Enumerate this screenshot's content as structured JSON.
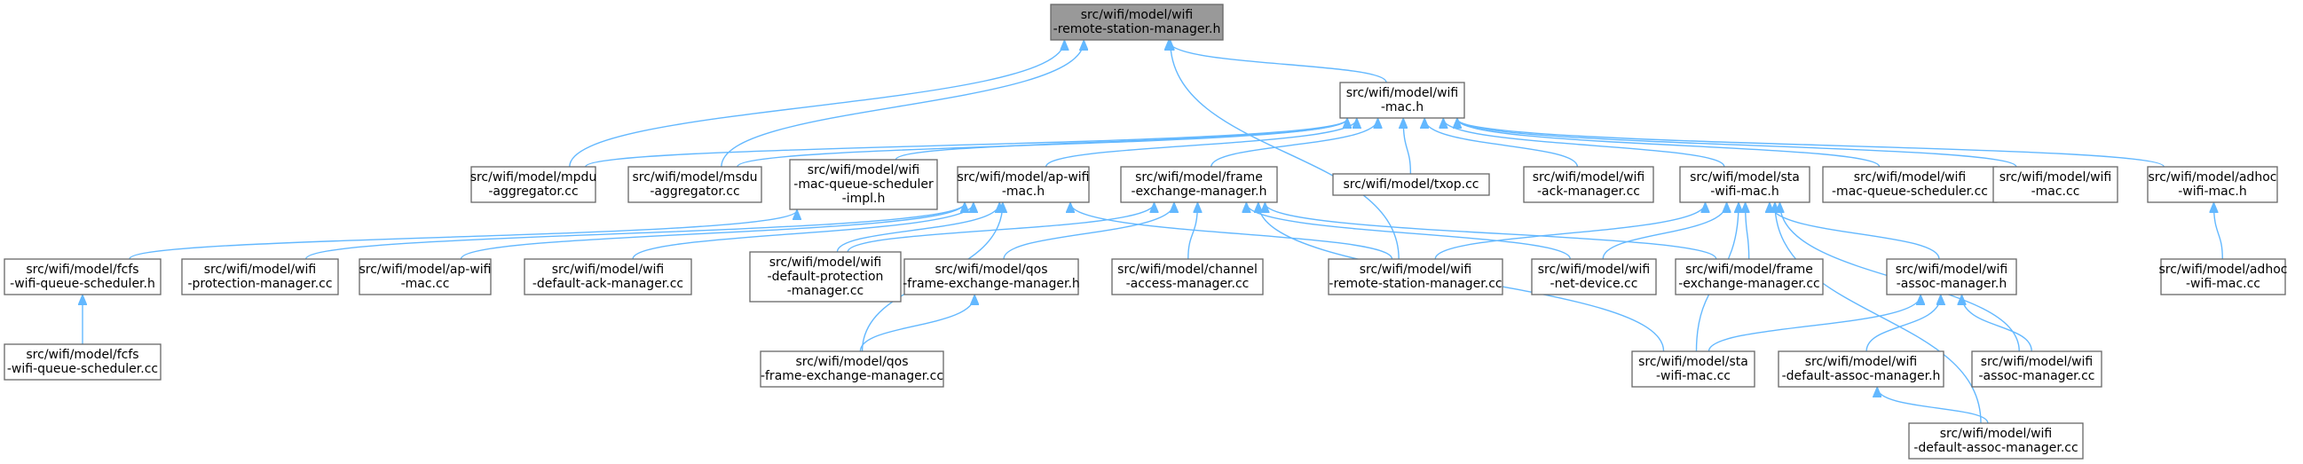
{
  "colors": {
    "edge": "#63b8ff",
    "node_border": "#666666",
    "root_fill": "#999999",
    "node_fill": "#ffffff"
  },
  "nodes": [
    {
      "id": "rsm_h",
      "lines": [
        "src/wifi/model/wifi",
        "-remote-station-manager.h"
      ],
      "root": true
    },
    {
      "id": "wifi_mac_h",
      "lines": [
        "src/wifi/model/wifi",
        "-mac.h"
      ]
    },
    {
      "id": "mpdu_agg",
      "lines": [
        "src/wifi/model/mpdu",
        "-aggregator.cc"
      ]
    },
    {
      "id": "msdu_agg",
      "lines": [
        "src/wifi/model/msdu",
        "-aggregator.cc"
      ]
    },
    {
      "id": "mqs_impl_h",
      "lines": [
        "src/wifi/model/wifi",
        "-mac-queue-scheduler",
        "-impl.h"
      ]
    },
    {
      "id": "ap_mac_h",
      "lines": [
        "src/wifi/model/ap-wifi",
        "-mac.h"
      ]
    },
    {
      "id": "fem_h",
      "lines": [
        "src/wifi/model/frame",
        "-exchange-manager.h"
      ]
    },
    {
      "id": "txop_cc",
      "lines": [
        "src/wifi/model/txop.cc"
      ]
    },
    {
      "id": "ack_mgr_cc",
      "lines": [
        "src/wifi/model/wifi",
        "-ack-manager.cc"
      ]
    },
    {
      "id": "sta_mac_h",
      "lines": [
        "src/wifi/model/sta",
        "-wifi-mac.h"
      ]
    },
    {
      "id": "mqs_cc",
      "lines": [
        "src/wifi/model/wifi",
        "-mac-queue-scheduler.cc"
      ]
    },
    {
      "id": "wifi_mac_cc",
      "lines": [
        "src/wifi/model/wifi",
        "-mac.cc"
      ]
    },
    {
      "id": "adhoc_h",
      "lines": [
        "src/wifi/model/adhoc",
        "-wifi-mac.h"
      ]
    },
    {
      "id": "fcfs_h",
      "lines": [
        "src/wifi/model/fcfs",
        "-wifi-queue-scheduler.h"
      ]
    },
    {
      "id": "prot_mgr_cc",
      "lines": [
        "src/wifi/model/wifi",
        "-protection-manager.cc"
      ]
    },
    {
      "id": "ap_mac_cc",
      "lines": [
        "src/wifi/model/ap-wifi",
        "-mac.cc"
      ]
    },
    {
      "id": "def_ack_cc",
      "lines": [
        "src/wifi/model/wifi",
        "-default-ack-manager.cc"
      ]
    },
    {
      "id": "def_prot_cc",
      "lines": [
        "src/wifi/model/wifi",
        "-default-protection",
        "-manager.cc"
      ]
    },
    {
      "id": "qos_fem_h",
      "lines": [
        "src/wifi/model/qos",
        "-frame-exchange-manager.h"
      ]
    },
    {
      "id": "cam_cc",
      "lines": [
        "src/wifi/model/channel",
        "-access-manager.cc"
      ]
    },
    {
      "id": "rsm_cc",
      "lines": [
        "src/wifi/model/wifi",
        "-remote-station-manager.cc"
      ]
    },
    {
      "id": "netdev_cc",
      "lines": [
        "src/wifi/model/wifi",
        "-net-device.cc"
      ]
    },
    {
      "id": "fem_cc",
      "lines": [
        "src/wifi/model/frame",
        "-exchange-manager.cc"
      ]
    },
    {
      "id": "assoc_h",
      "lines": [
        "src/wifi/model/wifi",
        "-assoc-manager.h"
      ]
    },
    {
      "id": "adhoc_cc",
      "lines": [
        "src/wifi/model/adhoc",
        "-wifi-mac.cc"
      ]
    },
    {
      "id": "fcfs_cc",
      "lines": [
        "src/wifi/model/fcfs",
        "-wifi-queue-scheduler.cc"
      ]
    },
    {
      "id": "qos_fem_cc",
      "lines": [
        "src/wifi/model/qos",
        "-frame-exchange-manager.cc"
      ]
    },
    {
      "id": "sta_mac_cc",
      "lines": [
        "src/wifi/model/sta",
        "-wifi-mac.cc"
      ]
    },
    {
      "id": "def_assoc_h",
      "lines": [
        "src/wifi/model/wifi",
        "-default-assoc-manager.h"
      ]
    },
    {
      "id": "assoc_cc",
      "lines": [
        "src/wifi/model/wifi",
        "-assoc-manager.cc"
      ]
    },
    {
      "id": "def_assoc_cc",
      "lines": [
        "src/wifi/model/wifi",
        "-default-assoc-manager.cc"
      ]
    }
  ],
  "edges": [
    [
      "wifi_mac_h",
      "rsm_h"
    ],
    [
      "mpdu_agg",
      "rsm_h"
    ],
    [
      "msdu_agg",
      "rsm_h"
    ],
    [
      "rsm_cc",
      "rsm_h"
    ],
    [
      "mpdu_agg",
      "wifi_mac_h"
    ],
    [
      "msdu_agg",
      "wifi_mac_h"
    ],
    [
      "mqs_impl_h",
      "wifi_mac_h"
    ],
    [
      "ap_mac_h",
      "wifi_mac_h"
    ],
    [
      "fem_h",
      "wifi_mac_h"
    ],
    [
      "txop_cc",
      "wifi_mac_h"
    ],
    [
      "ack_mgr_cc",
      "wifi_mac_h"
    ],
    [
      "sta_mac_h",
      "wifi_mac_h"
    ],
    [
      "mqs_cc",
      "wifi_mac_h"
    ],
    [
      "wifi_mac_cc",
      "wifi_mac_h"
    ],
    [
      "adhoc_h",
      "wifi_mac_h"
    ],
    [
      "fcfs_h",
      "mqs_impl_h"
    ],
    [
      "prot_mgr_cc",
      "ap_mac_h"
    ],
    [
      "ap_mac_cc",
      "ap_mac_h"
    ],
    [
      "def_ack_cc",
      "ap_mac_h"
    ],
    [
      "def_prot_cc",
      "ap_mac_h"
    ],
    [
      "rsm_cc",
      "ap_mac_h"
    ],
    [
      "qos_fem_cc",
      "ap_mac_h"
    ],
    [
      "def_prot_cc",
      "fem_h"
    ],
    [
      "qos_fem_h",
      "fem_h"
    ],
    [
      "cam_cc",
      "fem_h"
    ],
    [
      "netdev_cc",
      "fem_h"
    ],
    [
      "fem_cc",
      "fem_h"
    ],
    [
      "sta_mac_cc",
      "fem_h"
    ],
    [
      "rsm_cc",
      "sta_mac_h"
    ],
    [
      "netdev_cc",
      "sta_mac_h"
    ],
    [
      "fem_cc",
      "sta_mac_h"
    ],
    [
      "assoc_h",
      "sta_mac_h"
    ],
    [
      "sta_mac_cc",
      "sta_mac_h"
    ],
    [
      "assoc_cc",
      "sta_mac_h"
    ],
    [
      "def_assoc_cc",
      "sta_mac_h"
    ],
    [
      "adhoc_cc",
      "adhoc_h"
    ],
    [
      "fcfs_cc",
      "fcfs_h"
    ],
    [
      "qos_fem_cc",
      "qos_fem_h"
    ],
    [
      "sta_mac_cc",
      "assoc_h"
    ],
    [
      "def_assoc_h",
      "assoc_h"
    ],
    [
      "assoc_cc",
      "assoc_h"
    ],
    [
      "def_assoc_cc",
      "def_assoc_h"
    ]
  ]
}
